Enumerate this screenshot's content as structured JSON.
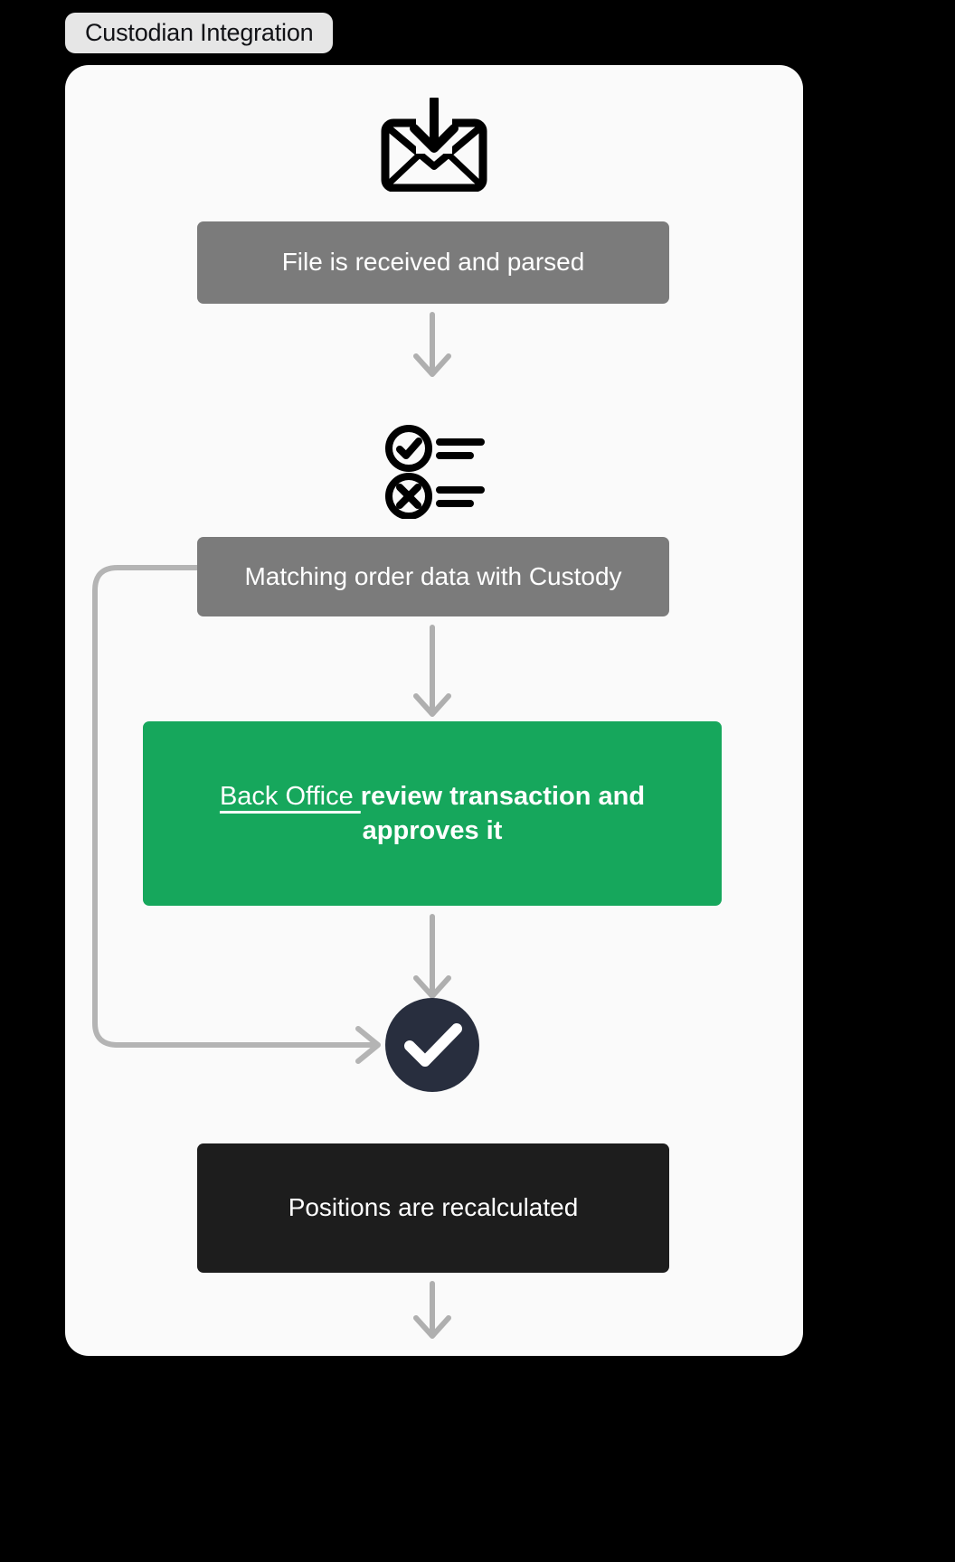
{
  "title": {
    "label": "Custodian Integration"
  },
  "colors": {
    "page_background": "#000000",
    "card_background": "#FAFAFA",
    "title_chip_background": "#E6E6E6",
    "step_gray": "#7B7B7B",
    "step_green": "#16A75C",
    "step_black": "#1D1D1D",
    "success_circle": "#282E3E",
    "arrow_gray": "#AFAFAF"
  },
  "flow": {
    "nodes": [
      {
        "id": "inbound-file-icon",
        "kind": "icon",
        "icon": "envelope-download-icon",
        "label": ""
      },
      {
        "id": "file-received",
        "kind": "step",
        "style": "gray",
        "label": "File is received and parsed"
      },
      {
        "id": "match-checklist-icon",
        "kind": "icon",
        "icon": "check-cross-list-icon",
        "label": ""
      },
      {
        "id": "matching-order-data",
        "kind": "step",
        "style": "gray",
        "label": "Matching order data with Custody"
      },
      {
        "id": "back-office-review",
        "kind": "step",
        "style": "green",
        "label_underlined": "Back Office ",
        "label_bold": "review transaction and approves it"
      },
      {
        "id": "approved",
        "kind": "icon",
        "icon": "circle-check-filled-icon",
        "label": ""
      },
      {
        "id": "positions-recalculated",
        "kind": "step",
        "style": "black",
        "label": "Positions are recalculated"
      }
    ],
    "connectors": [
      {
        "id": "file-to-match",
        "type": "arrow-down"
      },
      {
        "id": "match-to-review",
        "type": "arrow-down"
      },
      {
        "id": "review-to-approved",
        "type": "arrow-down"
      },
      {
        "id": "matching-bypass-to-approved",
        "type": "loop-left-arrow"
      },
      {
        "id": "positions-out",
        "type": "arrow-down"
      }
    ]
  }
}
